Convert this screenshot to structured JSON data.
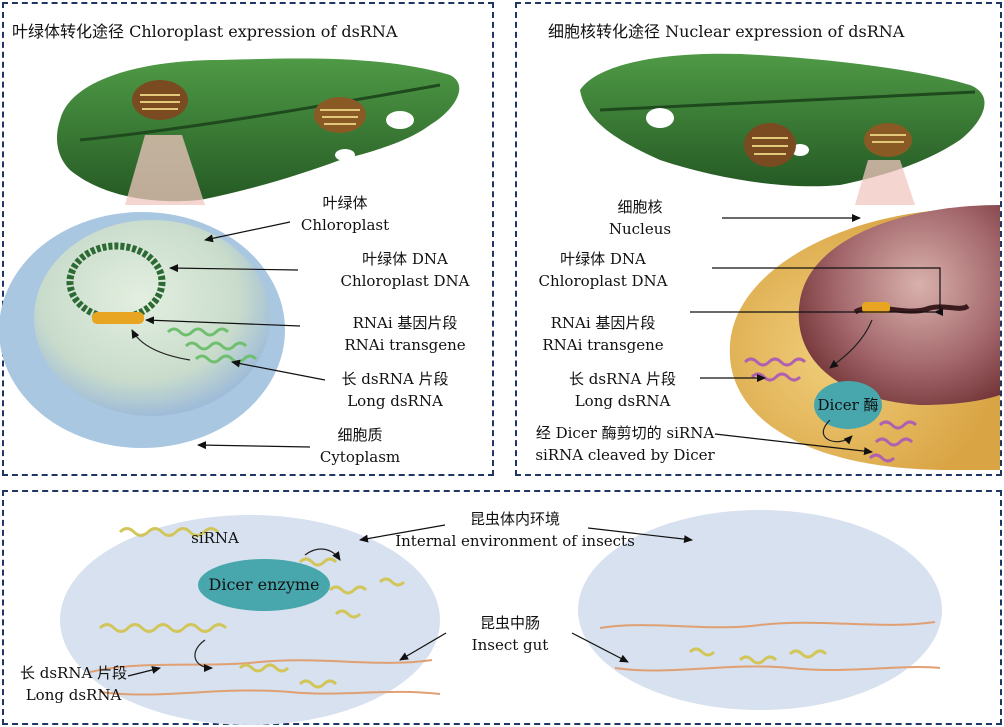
{
  "panel_chloroplast": {
    "title": "叶绿体转化途径 Chloroplast expression of dsRNA",
    "labels": {
      "chloroplast_zh": "叶绿体",
      "chloroplast_en": "Chloroplast",
      "cpdna_zh": "叶绿体 DNA",
      "cpdna_en": "Chloroplast DNA",
      "rnai_zh": "RNAi 基因片段",
      "rnai_en": "RNAi transgene",
      "dsrna_zh": "长 dsRNA 片段",
      "dsrna_en": "Long dsRNA",
      "cyto_zh": "细胞质",
      "cyto_en": "Cytoplasm"
    }
  },
  "panel_nuclear": {
    "title": "细胞核转化途径 Nuclear expression of dsRNA",
    "labels": {
      "nucleus_zh": "细胞核",
      "nucleus_en": "Nucleus",
      "cpdna_zh": "叶绿体 DNA",
      "cpdna_en": "Chloroplast DNA",
      "rnai_zh": "RNAi 基因片段",
      "rnai_en": "RNAi transgene",
      "dsrna_zh": "长 dsRNA 片段",
      "dsrna_en": "Long dsRNA",
      "dicer": "Dicer 酶",
      "sirna_zh": "经 Dicer 酶剪切的 siRNA",
      "sirna_en": "siRNA cleaved by Dicer"
    }
  },
  "panel_insect": {
    "labels": {
      "sirna": "siRNA",
      "env_zh": "昆虫体内环境",
      "env_en": "Internal environment of insects",
      "dicer_enzyme": "Dicer enzyme",
      "gut_zh": "昆虫中肠",
      "gut_en": "Insect gut",
      "dsrna_zh": "长 dsRNA 片段",
      "dsrna_en": "Long dsRNA"
    }
  },
  "colors": {
    "border": "#1f3566",
    "leaf": "#3f8a3a",
    "leaf_dark": "#2a5e28",
    "cell_blue": "#a9c6e0",
    "cell_inner": "#d3e3d3",
    "cell_yellow": "#e6b95a",
    "nucleus": "#8e4b4e",
    "dicer": "#48a7ad",
    "insect_cell": "#d8e2f0",
    "gut": "#e0a074",
    "dsrna_green": "#6fbf6f",
    "dsrna_purple": "#b060b0",
    "dsrna_yellow": "#d2c65a"
  }
}
